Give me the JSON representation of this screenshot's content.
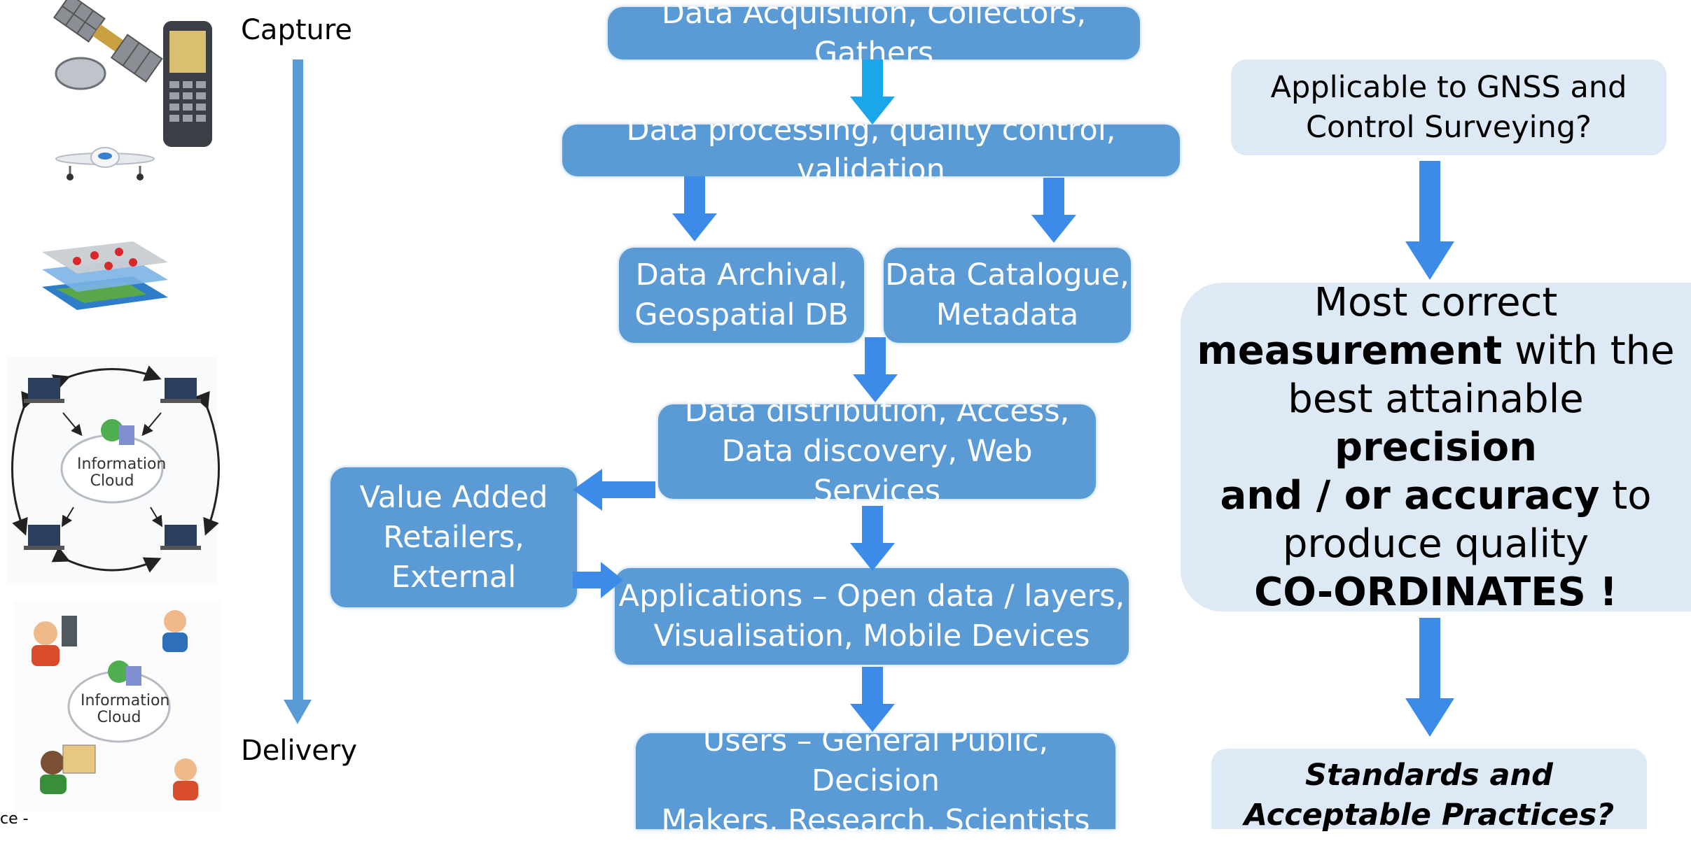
{
  "side": {
    "capture": "Capture",
    "delivery": "Delivery",
    "footer": "ce -"
  },
  "flow": {
    "acquisition": "Data Acquisition, Collectors, Gathers",
    "processing": "Data processing, quality control, validation",
    "archival": [
      "Data Archival,",
      "Geospatial DB"
    ],
    "catalogue": [
      "Data Catalogue,",
      "Metadata"
    ],
    "distribution": [
      "Data distribution, Access,",
      "Data discovery,  Web Services"
    ],
    "value_added": [
      "Value Added",
      "Retailers,",
      "External"
    ],
    "applications": [
      "Applications – Open data / layers,",
      "Visualisation, Mobile Devices"
    ],
    "users": [
      "Users – General Public, Decision",
      "Makers, Research, Scientists"
    ]
  },
  "right": {
    "question": [
      "Applicable to GNSS and",
      "Control Surveying?"
    ],
    "main": {
      "l1": "Most correct",
      "l2_bold": "measurement",
      "l2": " with the",
      "l3": "best attainable ",
      "l3_bold": "precision",
      "l4_bold": "and / or accuracy",
      "l4": " to",
      "l5": "produce quality",
      "l6_bold": "CO-ORDINATES !"
    },
    "standards": [
      "Standards and",
      "Acceptable Practices?"
    ]
  },
  "icons": {
    "cloud_label": [
      "Information",
      "Cloud"
    ]
  },
  "colors": {
    "box": "#5b9bd5",
    "arrow": "#3d8be8",
    "arrow_top": "#1aa6e8",
    "right_box": "#dde9f5"
  }
}
